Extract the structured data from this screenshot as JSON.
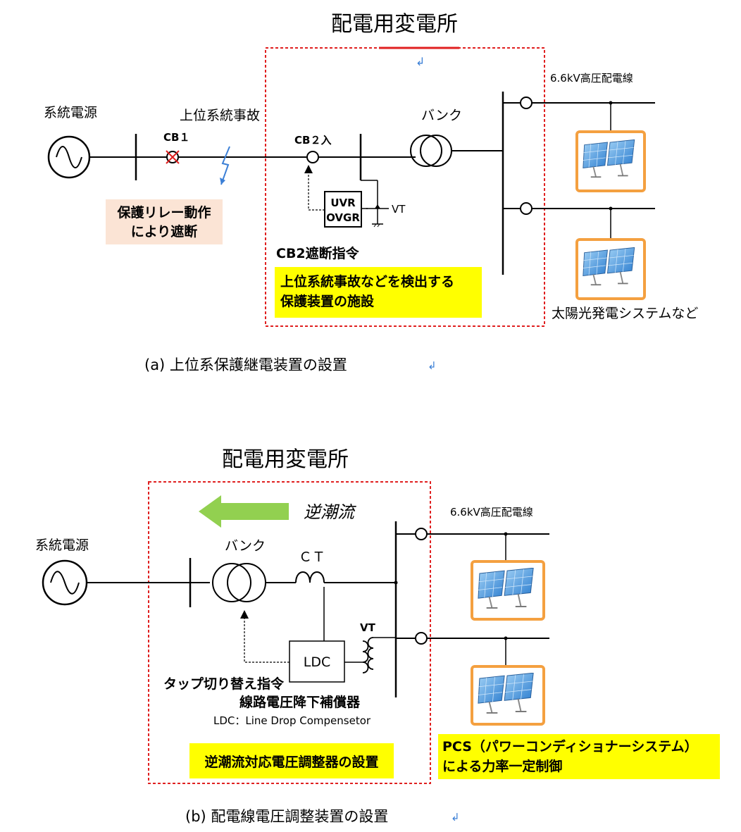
{
  "diagram_a": {
    "title": "配電用変電所",
    "source_label": "系統電源",
    "fault_label": "上位系統事故",
    "cb1_label": "CB１",
    "cb2_label": "CB２入",
    "bank_label": "バンク",
    "line_label": "6.6kV高圧配電線",
    "relay_box_line1": "UVR",
    "relay_box_line2": "OVGR",
    "vt_label": "VT",
    "trip_note_line1": "保護リレー動作",
    "trip_note_line2": "により遮断",
    "cb2_trip_label": "CB2遮断指令",
    "protection_line1": "上位系統事故などを検出する",
    "protection_line2": "保護装置の施設",
    "pv_label": "太陽光発電システムなど",
    "caption": "(a) 上位系保護継電装置の設置",
    "return_mark_top": "↲",
    "return_mark_caption": "↲"
  },
  "diagram_b": {
    "title": "配電用変電所",
    "reverse_flow_label": "逆潮流",
    "line_label": "6.6kV高圧配電線",
    "source_label": "系統電源",
    "bank_label": "バンク",
    "ct_label": "ＣＴ",
    "vt_label": "VT",
    "ldc_label": "LDC",
    "tap_label": "タップ切り替え指令",
    "ldc_name_ja": "線路電圧降下補償器",
    "ldc_name_en": "LDC：Line Drop Compensetor",
    "regulator_label": "逆潮流対応電圧調整器の設置",
    "pcs_line1": "PCS（パワーコンディショナーシステム）",
    "pcs_line2": "による力率一定制御",
    "caption": "(b) 配電線電圧調整装置の設置",
    "return_mark_caption": "↲"
  },
  "colors": {
    "dashed_frame": "#e02020",
    "note_bg": "#fbe4d5",
    "highlight": "#ffff00",
    "pv_border": "#f4a040",
    "arrow_green": "#92d050",
    "fault_blue": "#3b7fd6"
  }
}
